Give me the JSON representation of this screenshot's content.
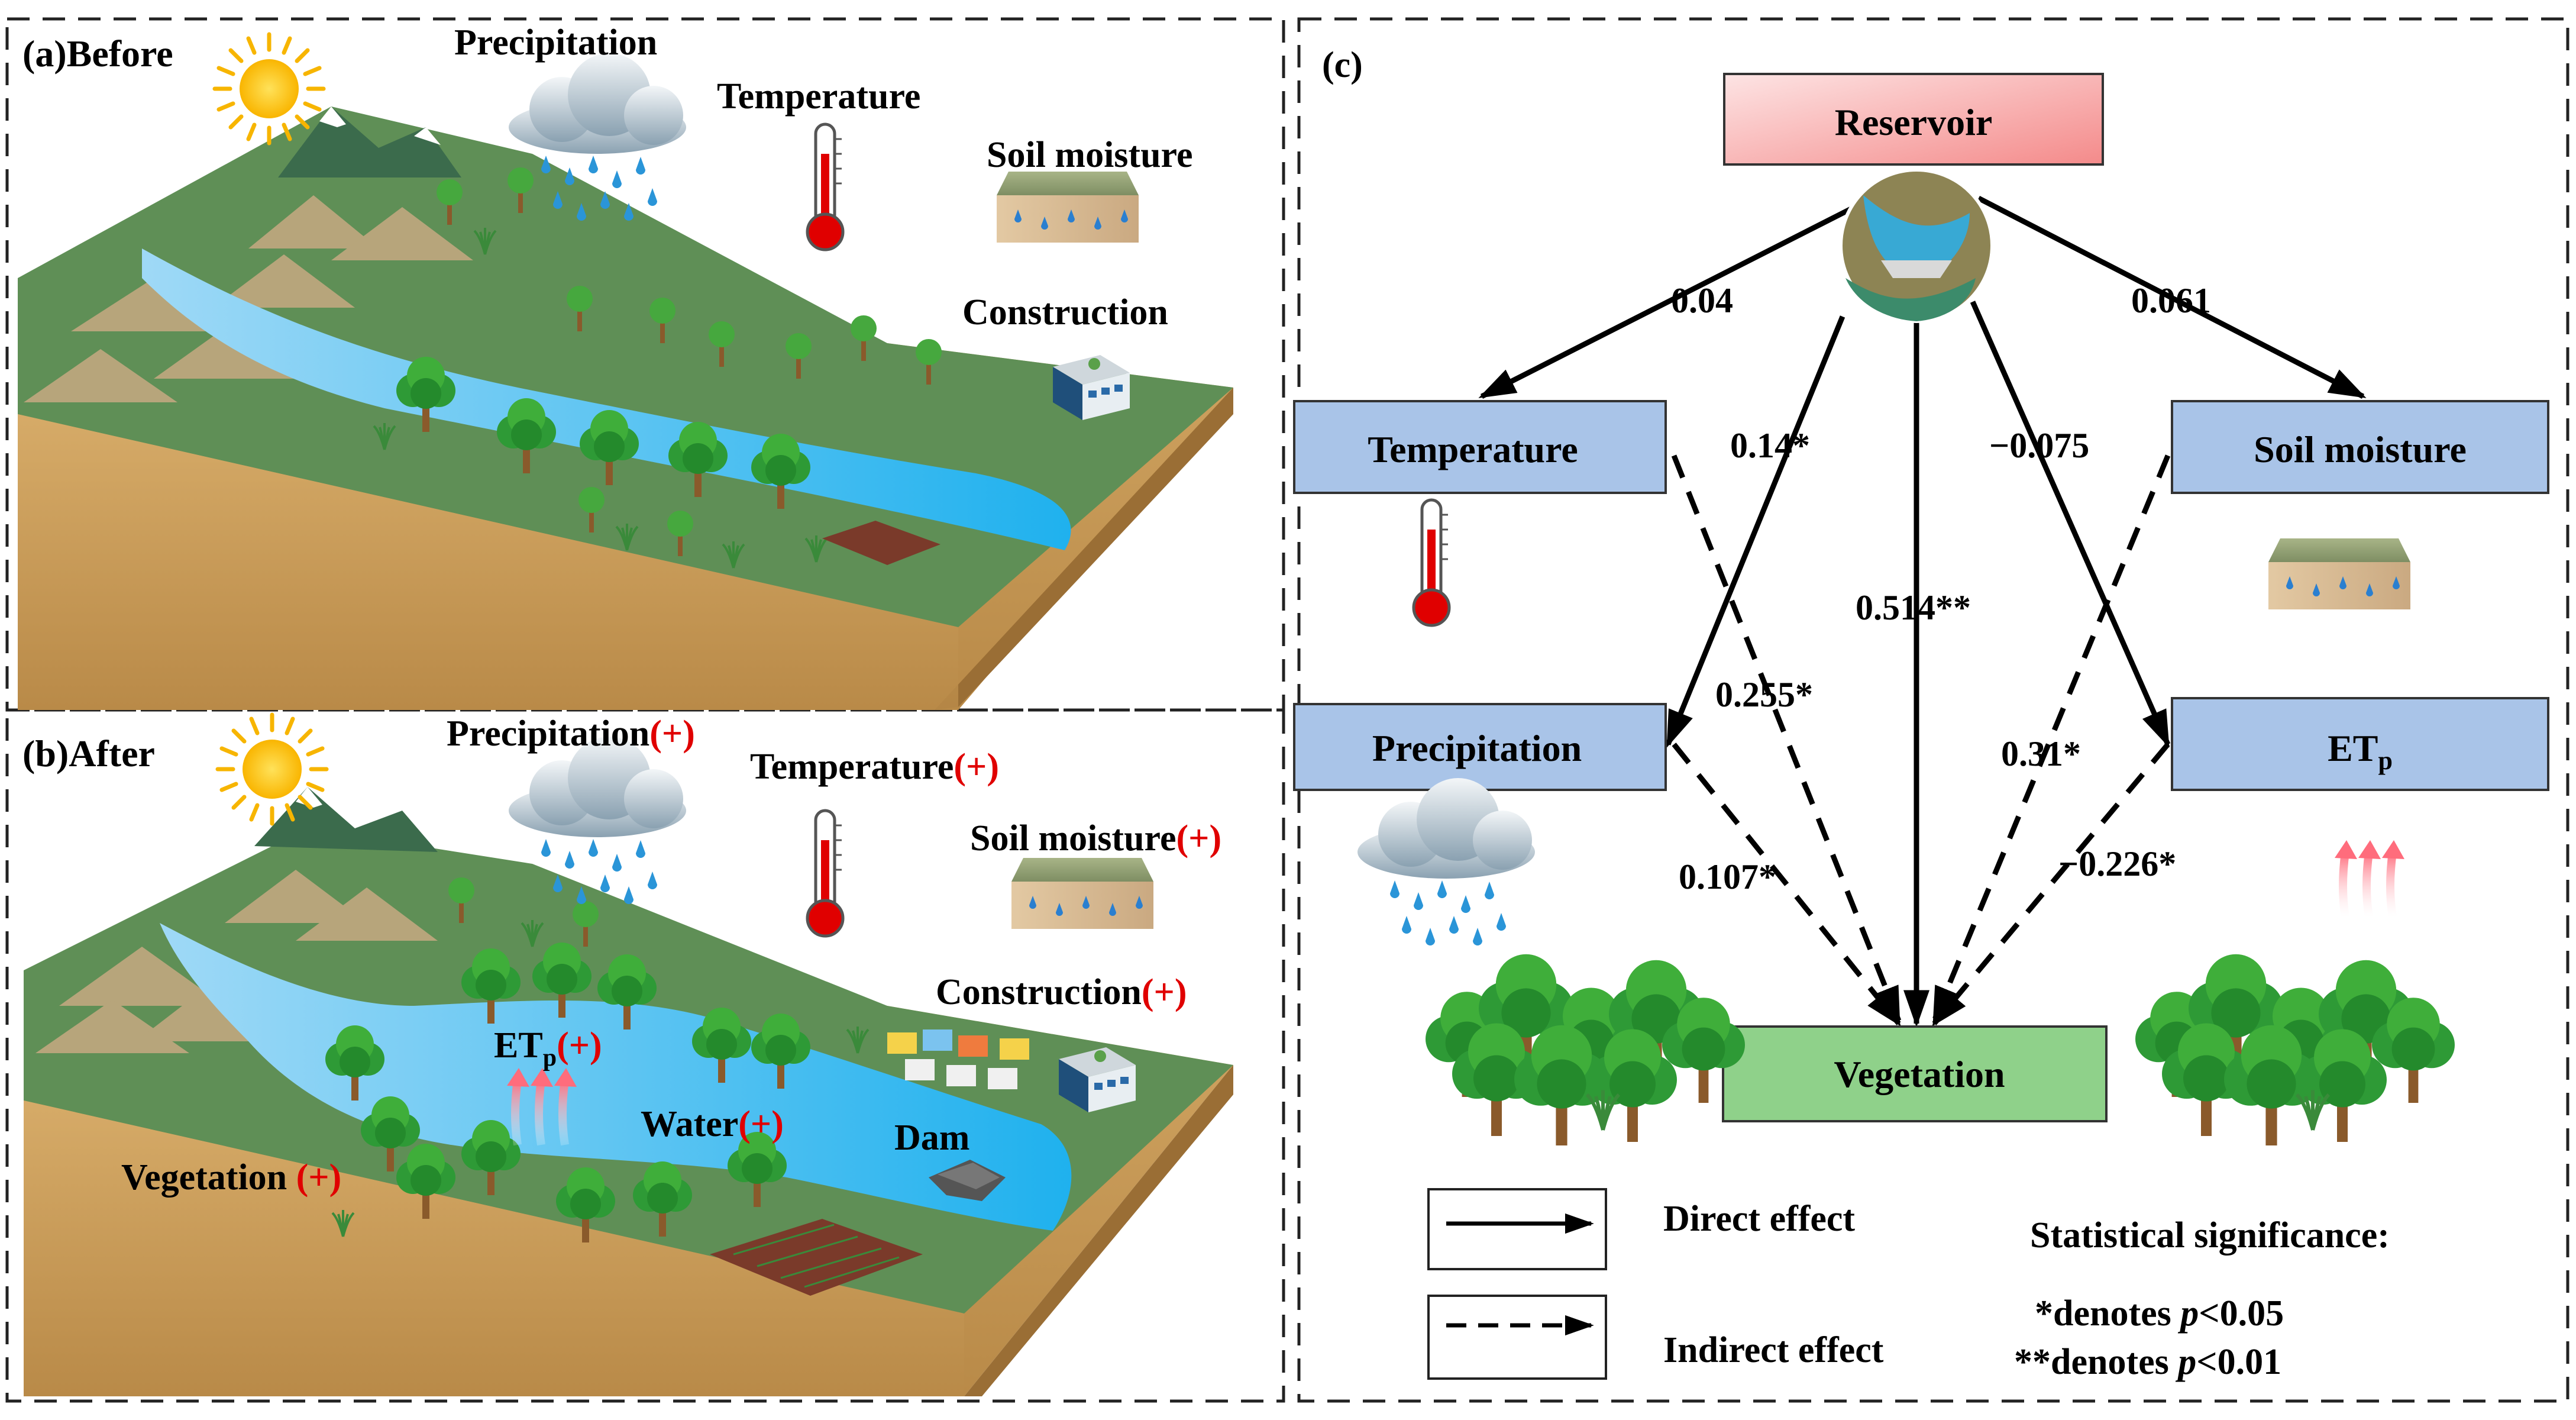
{
  "panel_a": {
    "label": "(a)Before",
    "precipitation": "Precipitation",
    "temperature": "Temperature",
    "soil_moisture": "Soil moisture",
    "construction": "Construction"
  },
  "panel_b": {
    "label": "(b)After",
    "precipitation": "Precipitation",
    "temperature": "Temperature",
    "soil_moisture": "Soil moisture",
    "construction": "Construction",
    "etp_base": "ET",
    "etp_sub": "p",
    "water": "Water",
    "dam": "Dam",
    "vegetation": "Vegetation ",
    "plus": "(+)"
  },
  "panel_c": {
    "label": "(c)",
    "nodes": {
      "reservoir": "Reservoir",
      "temperature": "Temperature",
      "soil_moisture": "Soil moisture",
      "precipitation": "Precipitation",
      "etp_base": "ET",
      "etp_sub": "p",
      "vegetation": "Vegetation"
    },
    "coefficients": {
      "res_temp": "0.04",
      "res_soil": "0.061",
      "res_precip": "0.14*",
      "res_etp": "−0.075",
      "res_veg": "0.514**",
      "temp_veg": "0.255*",
      "soil_veg": "0.31*",
      "precip_veg": "0.107*",
      "etp_veg": "−0.226*"
    },
    "legend": {
      "direct": "Direct effect",
      "indirect": "Indirect effect",
      "sig_title": "Statistical significance:",
      "sig1_prefix": "*denotes ",
      "sig2_prefix": "**denotes ",
      "p": "p",
      "sig1_suffix": "<0.05",
      "sig2_suffix": "<0.01"
    }
  },
  "colors": {
    "node_blue": "#a9c4e8",
    "node_green": "#8fd18a",
    "node_pink": "#f6a3a3",
    "water": "#2ab6f2",
    "land": "#5f8f56",
    "soil_side": "#c69a5a",
    "plus_red": "#e00000"
  }
}
